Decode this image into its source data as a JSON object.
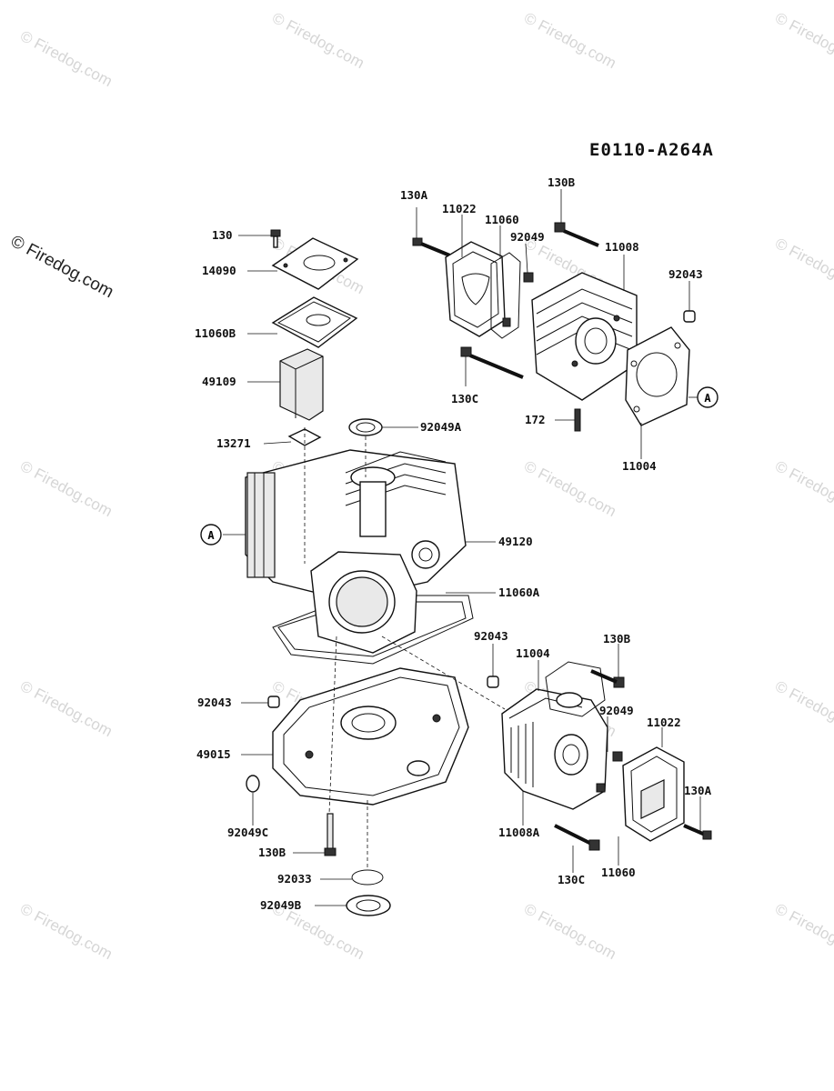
{
  "diagram": {
    "code": "E0110-A264A",
    "watermark": "© Firedog.com",
    "ref_marker": "A",
    "labels": {
      "p130": "130",
      "p14090": "14090",
      "p11060B": "11060B",
      "p49109": "49109",
      "p13271": "13271",
      "p92049A": "92049A",
      "p130A_top": "130A",
      "p11022_top": "11022",
      "p11060_top": "11060",
      "p92049_top": "92049",
      "p130B_top": "130B",
      "p11008": "11008",
      "p92043_top": "92043",
      "p130C_top": "130C",
      "p172": "172",
      "p11004_top": "11004",
      "p49120": "49120",
      "p11060A": "11060A",
      "p92043_mid": "92043",
      "p11004_mid": "11004",
      "p130B_mid": "130B",
      "p92049_mid": "92049",
      "p11022_mid": "11022",
      "p130A_mid": "130A",
      "p11008A": "11008A",
      "p130C_mid": "130C",
      "p11060_mid": "11060",
      "p92043_left": "92043",
      "p49015": "49015",
      "p92049C": "92049C",
      "p130B_low": "130B",
      "p92033": "92033",
      "p92049B": "92049B"
    }
  }
}
